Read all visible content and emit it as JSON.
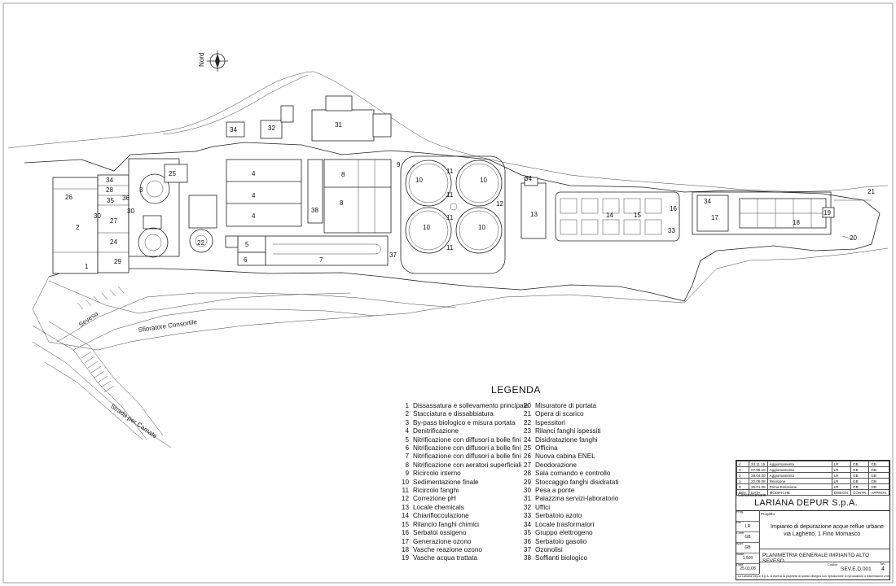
{
  "legend": {
    "title": "LEGENDA",
    "col1": [
      {
        "n": "1",
        "t": "Dissassatura e sollevamento principale"
      },
      {
        "n": "2",
        "t": "Stacciatura e dissabbiatura"
      },
      {
        "n": "3",
        "t": "By-pass biologico e misura portata"
      },
      {
        "n": "4",
        "t": "Denitrificazione"
      },
      {
        "n": "5",
        "t": "Nitrificazione con diffusori a bolle fini"
      },
      {
        "n": "6",
        "t": "Nitrificazione con diffusori a bolle fini"
      },
      {
        "n": "7",
        "t": "Nitrificazione con diffusori a bolle fini"
      },
      {
        "n": "8",
        "t": "Nitrificazione con aeratori superficiali"
      },
      {
        "n": "9",
        "t": "Ricircolo interno"
      },
      {
        "n": "10",
        "t": "Sedimentazione finale"
      },
      {
        "n": "11",
        "t": "Ricircolo fanghi"
      },
      {
        "n": "12",
        "t": "Correzione pH"
      },
      {
        "n": "13",
        "t": "Locale chemicals"
      },
      {
        "n": "14",
        "t": "Chiariflocculazione"
      },
      {
        "n": "15",
        "t": "Rilancio fanghi chimici"
      },
      {
        "n": "16",
        "t": "Serbatoi ossigeno"
      },
      {
        "n": "17",
        "t": "Generazione ozono"
      },
      {
        "n": "18",
        "t": "Vasche reazione ozono"
      },
      {
        "n": "19",
        "t": "Vasche acqua trattata"
      }
    ],
    "col2": [
      {
        "n": "20",
        "t": "Misuratore di portata"
      },
      {
        "n": "21",
        "t": "Opera di scarico"
      },
      {
        "n": "22",
        "t": "Ispessitori"
      },
      {
        "n": "23",
        "t": "Rilanci fanghi ispessiti"
      },
      {
        "n": "24",
        "t": "Disidratazione fanghi"
      },
      {
        "n": "25",
        "t": "Officina"
      },
      {
        "n": "26",
        "t": "Nuova cabina ENEL"
      },
      {
        "n": "27",
        "t": "Deodorazione"
      },
      {
        "n": "28",
        "t": "Sala comando e controllo"
      },
      {
        "n": "29",
        "t": "Stoccaggio fanghi disidratati"
      },
      {
        "n": "30",
        "t": "Pesa a ponte"
      },
      {
        "n": "31",
        "t": "Palazzina servizi-laboratorio"
      },
      {
        "n": "32",
        "t": "Uffici"
      },
      {
        "n": "33",
        "t": "Serbatoio azoto"
      },
      {
        "n": "34",
        "t": "Locale trasformatori"
      },
      {
        "n": "35",
        "t": "Gruppo elettrogeno"
      },
      {
        "n": "36",
        "t": "Serbatoio gasolio"
      },
      {
        "n": "37",
        "t": "Ozonolisi"
      },
      {
        "n": "38",
        "t": "Soffianti biologico"
      }
    ]
  },
  "map_labels": {
    "north": "Nord",
    "sfioratore": "Sfioratore Consortile",
    "seveso": "Seveso",
    "strada": "Strada per Camate",
    "n1": "1",
    "n2": "2",
    "n3": "3",
    "n4a": "4",
    "n4b": "4",
    "n4c": "4",
    "n5": "5",
    "n6": "6",
    "n7": "7",
    "n8a": "8",
    "n8b": "8",
    "n9": "9",
    "n10a": "10",
    "n10b": "10",
    "n10c": "10",
    "n10d": "10",
    "n11a": "11",
    "n11b": "11",
    "n11c": "11",
    "n11d": "11",
    "n12": "12",
    "n13": "13",
    "n14": "14",
    "n15": "15",
    "n16": "16",
    "n17": "17",
    "n18": "18",
    "n19": "19",
    "n20": "20",
    "n21": "21",
    "n22": "22",
    "n24": "24",
    "n25": "25",
    "n26": "26",
    "n27": "27",
    "n28": "28",
    "n29": "29",
    "n30a": "30",
    "n30b": "30",
    "n31": "31",
    "n32": "32",
    "n33": "33",
    "n34a": "34",
    "n34b": "34",
    "n34c": "34",
    "n34d": "34",
    "n35": "35",
    "n36": "36",
    "n37": "37",
    "n38": "38"
  },
  "title_block": {
    "revisions": [
      {
        "rev": "4",
        "date": "24.11.15",
        "desc": "Aggiornamento",
        "a": "LR",
        "b": "GB",
        "c": "GB"
      },
      {
        "rev": "3",
        "date": "07.05.15",
        "desc": "Aggiornamento",
        "a": "LR",
        "b": "GB",
        "c": "GB"
      },
      {
        "rev": "2",
        "date": "28.04.09",
        "desc": "Aggiornamento",
        "a": "LR",
        "b": "GB",
        "c": "GB"
      },
      {
        "rev": "1",
        "date": "22.08.08",
        "desc": "Revisione",
        "a": "LR",
        "b": "GB",
        "c": "GB"
      },
      {
        "rev": "0",
        "date": "25.01.08",
        "desc": "Prima Emissione",
        "a": "LR",
        "b": "GB",
        "c": "GB"
      },
      {
        "rev": "REV.",
        "date": "DATA",
        "desc": "MODIFICHE",
        "a": "DISEGN.",
        "b": "CONTR.",
        "c": "APPROV."
      }
    ],
    "concessionario_label": "Concessionario",
    "company": "LARIANA DEPUR S.p.A.",
    "progetto_label": "Progetto",
    "project_line1": "Impianto di depurazione acque reflue urbane",
    "project_line2": "via Laghetto, 1  Fino Mornasco",
    "left_cells": [
      {
        "label": "Prog.",
        "value": ""
      },
      {
        "label": "Dis.",
        "value": "LR"
      },
      {
        "label": "Contr.",
        "value": "GB"
      },
      {
        "label": "Appr.",
        "value": "GB"
      },
      {
        "label": "Scala",
        "value": "1:500"
      },
      {
        "label": "Data",
        "value": "25.01.08"
      }
    ],
    "sheet_title": "PLANIMETRIA GENERALE IMPIANTO ALTO SEVESO",
    "code_label": "Codice",
    "code": "SEV.E.D.001",
    "sheet_label": "Tav.",
    "sheet_no": "4",
    "note": "La Lariana Depur S.p.A. si riserva la proprietà di questo disegno con riproduzione di riproduzione o trasmissione a terzi senza autorizzazione scritta"
  }
}
